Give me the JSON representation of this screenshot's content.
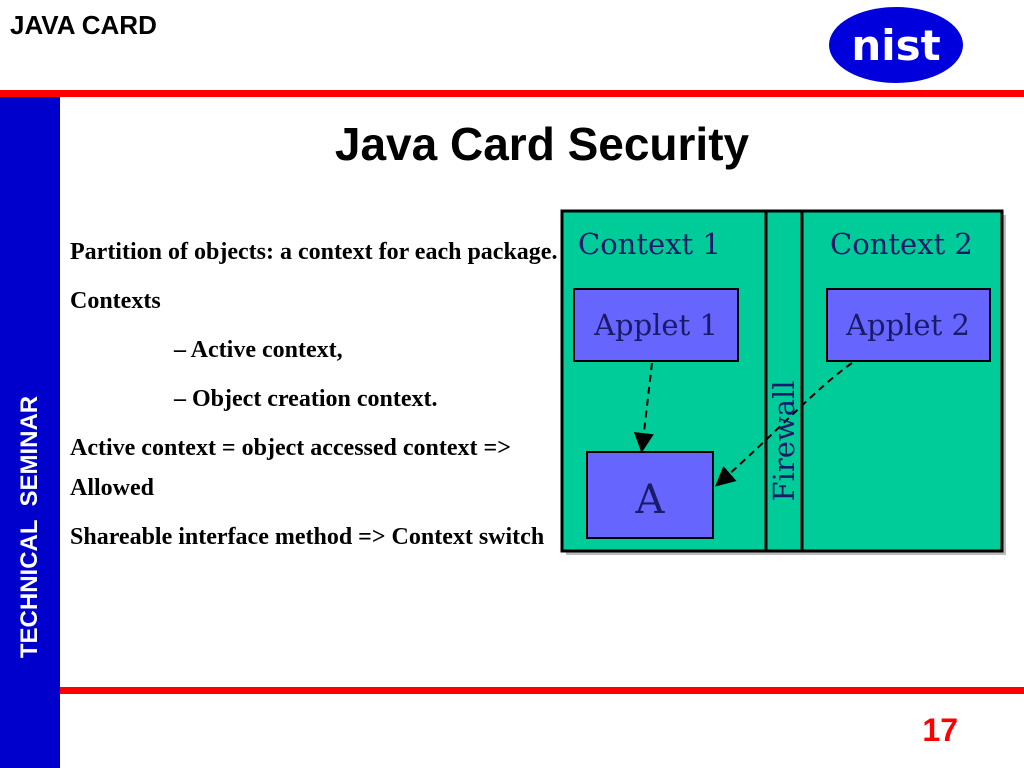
{
  "header": {
    "title": "JAVA CARD"
  },
  "logo": {
    "text": "nist",
    "color": "#0000dd"
  },
  "sidebar": {
    "text": "TECHNICAL  SEMINAR"
  },
  "slide": {
    "title": "Java Card Security",
    "bullets": [
      "Partition of objects: a context for each package.",
      "Contexts",
      "– Active context,",
      "– Object creation context.",
      "Active context = object accessed context => Allowed",
      "Shareable interface method => Context switch"
    ]
  },
  "diagram": {
    "context1": "Context 1",
    "context2": "Context 2",
    "applet1": "Applet 1",
    "applet2": "Applet 2",
    "object": "A",
    "firewall": "Firewall",
    "colors": {
      "background": "#00cc99",
      "box": "#6666ff",
      "border": "#000000"
    }
  },
  "footer": {
    "page_number": "17"
  }
}
